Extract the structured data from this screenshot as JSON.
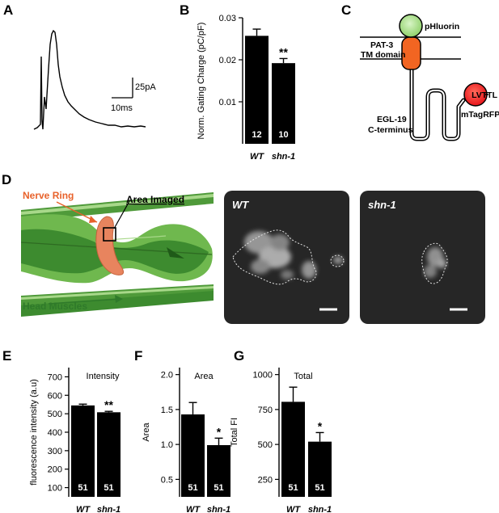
{
  "panels": {
    "A": {
      "label": "A",
      "scale_current": "25pA",
      "scale_time": "10ms"
    },
    "B": {
      "label": "B",
      "chart_data": {
        "type": "bar",
        "categories": [
          "WT",
          "shn-1"
        ],
        "values": [
          0.0257,
          0.0192
        ],
        "errors": [
          0.0016,
          0.0011
        ],
        "n": [
          "12",
          "10"
        ],
        "significance": [
          "",
          "**"
        ],
        "ylabel": "Norm. Gating Charge (pC/pF)",
        "yticks": [
          "0.01",
          "0.02",
          "0.03"
        ],
        "ylim": [
          0,
          0.03
        ]
      }
    },
    "C": {
      "label": "C",
      "ph_label": "pHluorin",
      "tm_label_1": "PAT-3",
      "tm_label_2": "TM domain",
      "lvttl_label": "LVTTL",
      "egl_label_1": "EGL-19",
      "egl_label_2": "C-terminus",
      "rfp_label": "mTagRFP",
      "colors": {
        "phluorin": "#8fd06a",
        "tm": "#f26522",
        "rfp": "#e8141b"
      }
    },
    "D": {
      "label": "D",
      "nerve_ring_label": "Nerve Ring",
      "area_imaged_label": "Area Imaged",
      "head_muscles_label": "Head Muscles",
      "img_wt_label": "WT",
      "img_shn_label": "shn-1",
      "colors": {
        "muscle": "#4f9a3a",
        "ring": "#e8845e",
        "nerve_ring_text": "#e8622b",
        "head_muscles_text": "#2f7a2a"
      }
    },
    "E": {
      "label": "E",
      "chart_data": {
        "type": "bar",
        "title": "Intensity",
        "categories": [
          "WT",
          "shn-1"
        ],
        "values": [
          545,
          508
        ],
        "errors": [
          7,
          5
        ],
        "n": [
          "51",
          "51"
        ],
        "significance": [
          "",
          "**"
        ],
        "ylabel": "fluorescence intensity (a.u)",
        "yticks": [
          "100",
          "200",
          "300",
          "400",
          "500",
          "600",
          "700"
        ],
        "ylim": [
          50,
          750
        ]
      }
    },
    "F": {
      "label": "F",
      "chart_data": {
        "type": "bar",
        "title": "Area",
        "categories": [
          "WT",
          "shn-1"
        ],
        "values": [
          1.43,
          0.99
        ],
        "errors": [
          0.17,
          0.1
        ],
        "n": [
          "51",
          "51"
        ],
        "significance": [
          "",
          "*"
        ],
        "ylabel": "Area",
        "yticks": [
          "0.5",
          "1.0",
          "1.5",
          "2.0"
        ],
        "ylim": [
          0.25,
          2.1
        ]
      }
    },
    "G": {
      "label": "G",
      "chart_data": {
        "type": "bar",
        "title": "Total",
        "categories": [
          "WT",
          "shn-1"
        ],
        "values": [
          805,
          520
        ],
        "errors": [
          105,
          65
        ],
        "n": [
          "51",
          "51"
        ],
        "significance": [
          "",
          "*"
        ],
        "ylabel": "Total FI",
        "yticks": [
          "250",
          "500",
          "750",
          "1000"
        ],
        "ylim": [
          125,
          1050
        ]
      }
    }
  }
}
